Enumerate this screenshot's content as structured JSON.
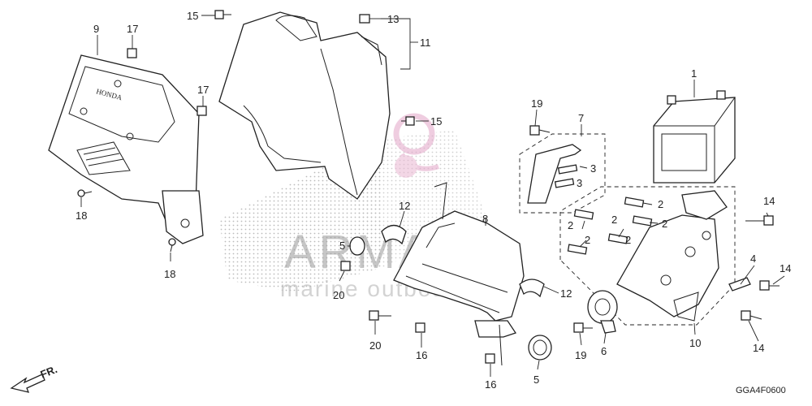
{
  "diagram": {
    "code": "GGA4F0600",
    "front_marker": "FR.",
    "brand_stamp": "HONDA",
    "watermark": {
      "title": "ARMADA",
      "subtitle": "marine outboards"
    },
    "callouts": [
      "1",
      "2",
      "2",
      "2",
      "2",
      "2",
      "2",
      "3",
      "3",
      "4",
      "5",
      "5",
      "6",
      "7",
      "8",
      "9",
      "10",
      "11",
      "12",
      "12",
      "13",
      "14",
      "14",
      "14",
      "15",
      "15",
      "16",
      "16",
      "17",
      "17",
      "18",
      "18",
      "19",
      "19",
      "20",
      "20"
    ]
  }
}
